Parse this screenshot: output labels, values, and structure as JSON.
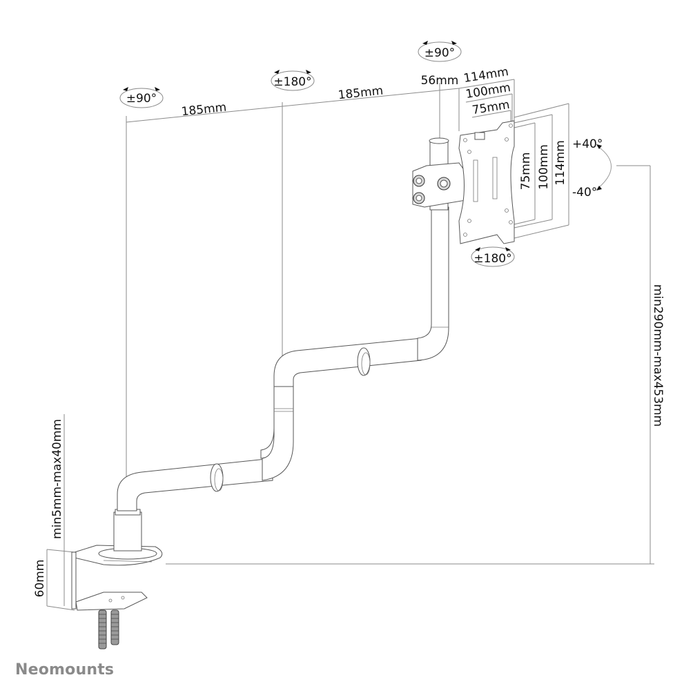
{
  "brand": "Neomounts",
  "rotation_labels": {
    "base_joint": "±90°",
    "mid_joint": "±180°",
    "head_top": "±90°",
    "head_bottom": "±180°",
    "tilt_up": "+40°",
    "tilt_down": "-40°"
  },
  "dimensions": {
    "arm_segment_1": "185mm",
    "arm_segment_2": "185mm",
    "head_offset": "56mm",
    "vesa_114_h": "114mm",
    "vesa_100_h": "100mm",
    "vesa_75_h": "75mm",
    "vesa_75_v": "75mm",
    "vesa_100_v": "100mm",
    "vesa_114_v": "114mm",
    "height_range": "min290mm-max453mm",
    "desk_thickness": "min5mm-max40mm",
    "clamp_height": "60mm"
  }
}
